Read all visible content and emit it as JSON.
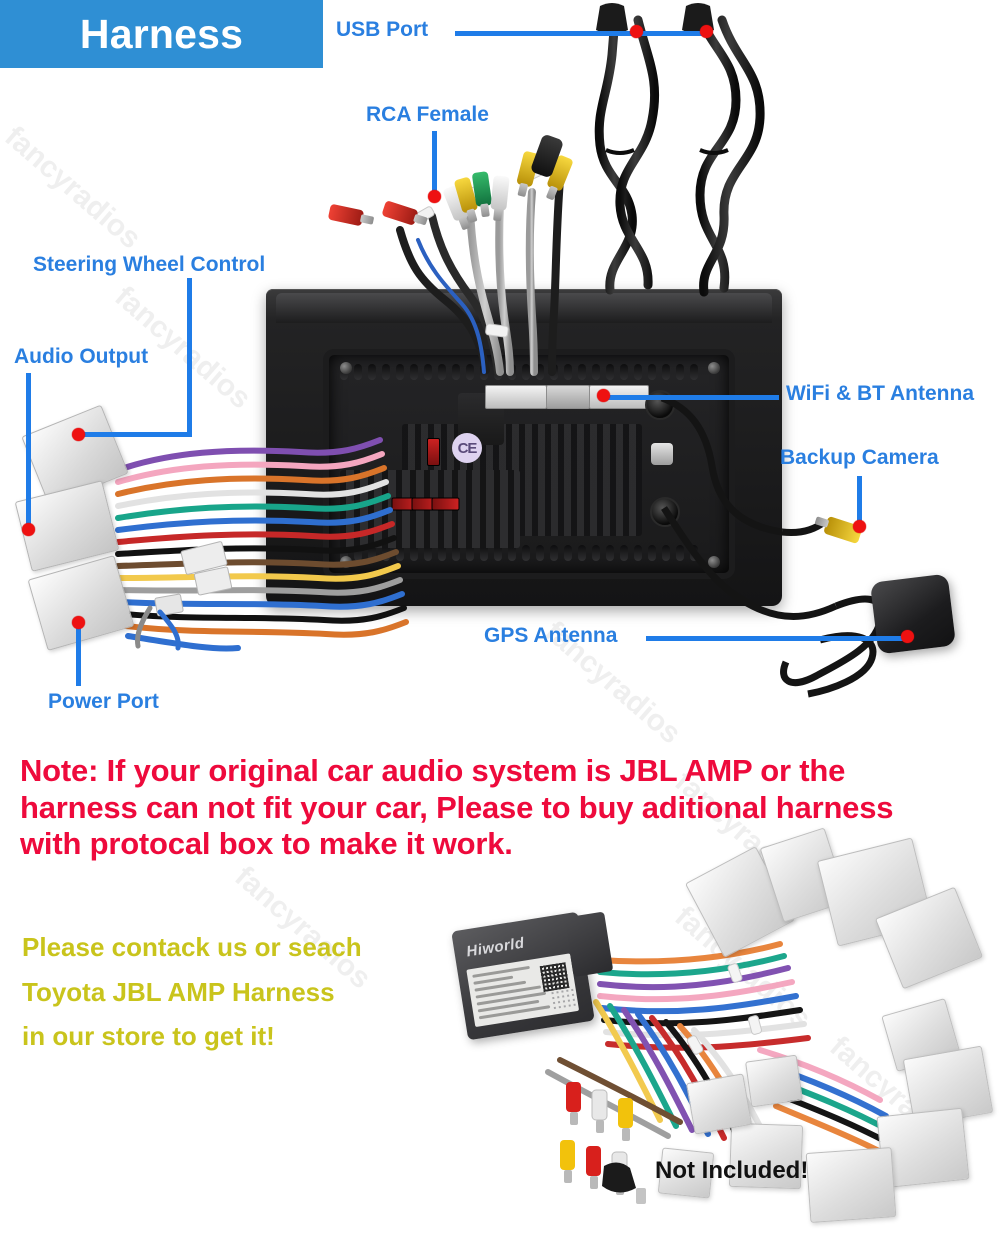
{
  "header": {
    "title": "Harness",
    "bar_color": "#2f8fd4"
  },
  "colors": {
    "label_blue": "#2a7fe0",
    "leader_blue": "#1f7ce8",
    "dot_red": "#ee1111",
    "note_red": "#ee0a3c",
    "contact_olive": "#c9c41c",
    "not_included_black": "#111111"
  },
  "watermark": {
    "text": "fancyradios"
  },
  "callouts": [
    {
      "id": "usb-port",
      "label": "USB Port"
    },
    {
      "id": "rca-female",
      "label": "RCA Female"
    },
    {
      "id": "steering-wheel-control",
      "label": "Steering Wheel Control"
    },
    {
      "id": "audio-output",
      "label": "Audio Output"
    },
    {
      "id": "power-port",
      "label": "Power Port"
    },
    {
      "id": "wifi-bt-antenna",
      "label": "WiFi & BT Antenna"
    },
    {
      "id": "backup-camera",
      "label": "Backup Camera"
    },
    {
      "id": "gps-antenna",
      "label": "GPS Antenna"
    }
  ],
  "note": {
    "line1": "Note: If your original car audio system is JBL AMP or the",
    "line2": "harness can not fit your car, Please to buy aditional harness",
    "line3": " with protocal box to make it work."
  },
  "contact": {
    "line1": "Please contack us or seach",
    "line2": "Toyota JBL AMP Harness",
    "line3": "in our store to get it!"
  },
  "bottom": {
    "not_included": "Not Included!",
    "protocol_box_brand": "Hiworld"
  },
  "device": {
    "ce_mark": "CE"
  }
}
